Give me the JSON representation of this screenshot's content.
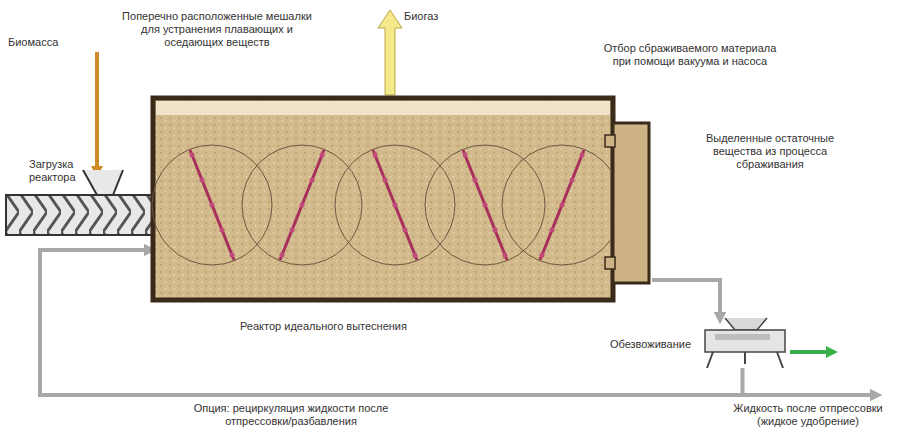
{
  "diagram": {
    "nodes": [
      {
        "text": [
          "Загрузка реактора"
        ]
      },
      {
        "text": [
          "Реактор идеального вытеснения"
        ]
      },
      {
        "text": [
          "Обезвоживание"
        ]
      }
    ],
    "edges": [
      {
        "from": 0,
        "to": 1,
        "arrow": "none"
      },
      {
        "from": 1,
        "to": 2,
        "arrow": "to"
      },
      {
        "from": 2,
        "to": 1,
        "arrow": "to",
        "label": "Опция: рециркуляция жидкости после отпрессовки/разбавления"
      }
    ],
    "labels": [
      "Биомасса",
      "Поперечно расположенные мешалки для устранения плавающих и оседающих веществ",
      "Биогаз",
      "Отбор сбраживаемого материала при помощи вакуума и насоса",
      "Выделенные остаточные вещества из процесса сбраживания",
      "Жидкость после отпрессовки (жидкое удобрение)"
    ]
  }
}
